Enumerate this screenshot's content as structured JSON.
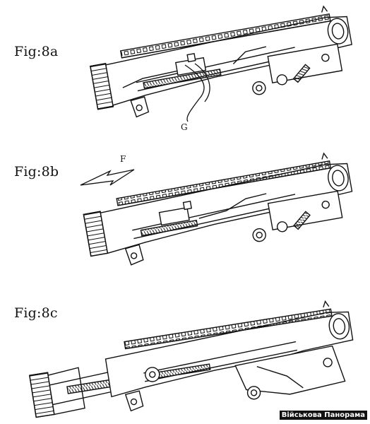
{
  "figures": [
    {
      "label": "Fig:8a",
      "annotation": "G"
    },
    {
      "label": "Fig:8b",
      "annotation": "F"
    },
    {
      "label": "Fig:8c"
    }
  ],
  "watermark": "Військова Панорама",
  "colors": {
    "ink": "#111111",
    "paper": "#ffffff"
  }
}
